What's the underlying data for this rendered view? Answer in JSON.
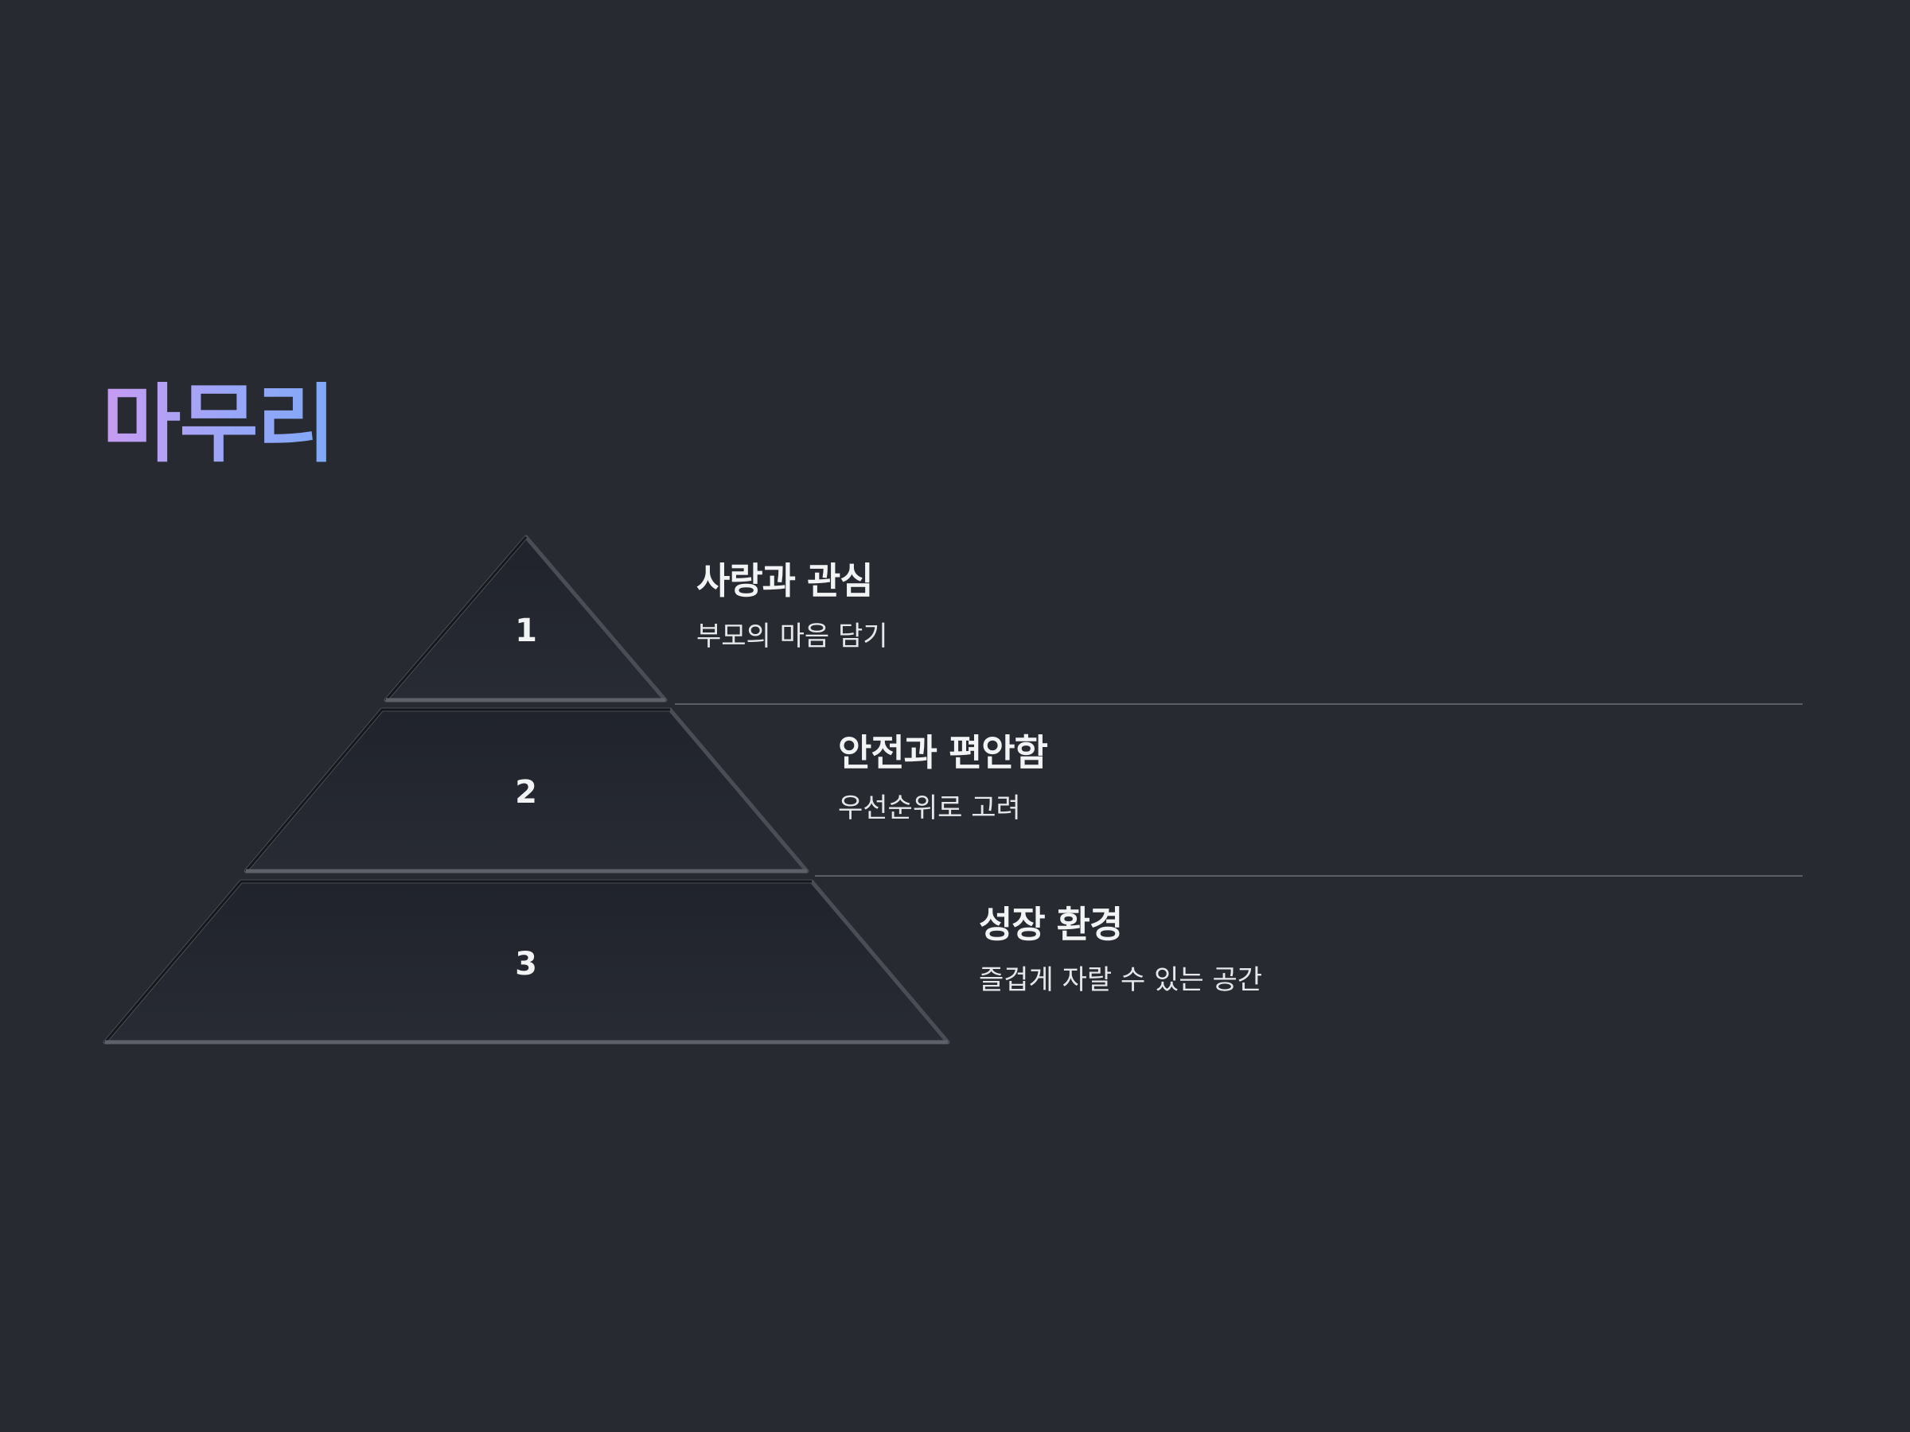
{
  "title": "마무리",
  "levels": [
    {
      "number": "1",
      "title": "사랑과 관심",
      "description": "부모의 마음 담기"
    },
    {
      "number": "2",
      "title": "안전과 편안함",
      "description": "우선순위로 고려"
    },
    {
      "number": "3",
      "title": "성장 환경",
      "description": "즐겁게 자랄 수 있는 공간"
    }
  ],
  "colors": {
    "background": "#272a30",
    "tier_fill": "#262932",
    "tier_edge": "#4a4d55",
    "title_gradient_start": "#c89cf2",
    "title_gradient_end": "#7ea8f8",
    "divider": "#5b5e66"
  }
}
